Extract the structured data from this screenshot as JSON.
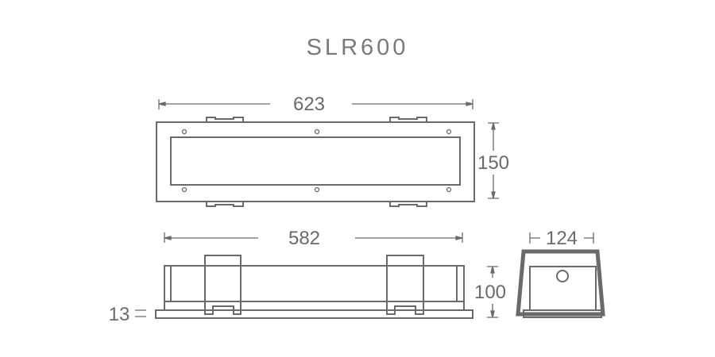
{
  "title": "SLR600",
  "dimensions": {
    "top_length": "623",
    "top_width": "150",
    "side_length": "582",
    "side_height": "100",
    "base_thickness": "13",
    "end_width": "124"
  },
  "colors": {
    "line": "#6a6a6a",
    "title": "#7a7a7a"
  }
}
